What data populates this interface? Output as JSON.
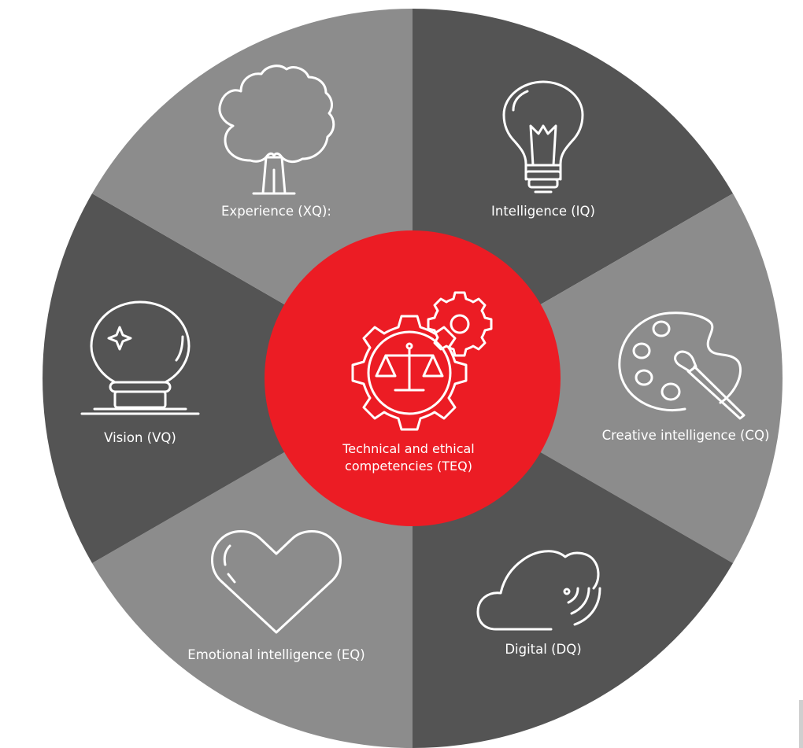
{
  "colors": {
    "segment_light": "#8c8c8c",
    "segment_dark": "#545454",
    "center": "#ec1c24",
    "icon_stroke": "#ffffff"
  },
  "center": {
    "line1": "Technical and ethical",
    "line2": "competencies (TEQ)",
    "icon": "gear-scales-icon"
  },
  "segments": [
    {
      "label": "Intelligence (IQ)",
      "icon": "lightbulb-icon"
    },
    {
      "label": "Creative intelligence (CQ)",
      "icon": "palette-icon"
    },
    {
      "label": "Digital (DQ)",
      "icon": "cloud-signal-icon"
    },
    {
      "label": "Emotional intelligence (EQ)",
      "icon": "heart-icon"
    },
    {
      "label": "Vision (VQ)",
      "icon": "crystal-ball-icon"
    },
    {
      "label": "Experience (XQ):",
      "icon": "tree-icon"
    }
  ]
}
